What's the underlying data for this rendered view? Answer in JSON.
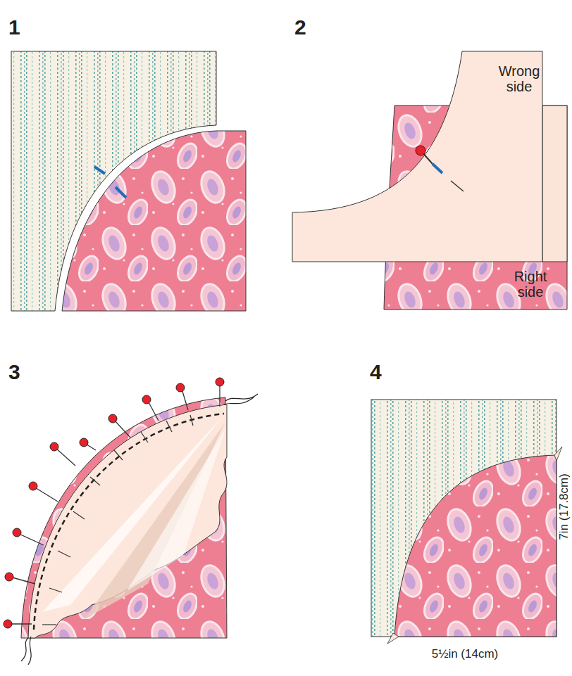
{
  "diagram": {
    "labels": [
      "1",
      "2",
      "3",
      "4",
      "Wrong side",
      "Right side",
      "7in (17.8cm)",
      "5½in (14cm)"
    ]
  }
}
